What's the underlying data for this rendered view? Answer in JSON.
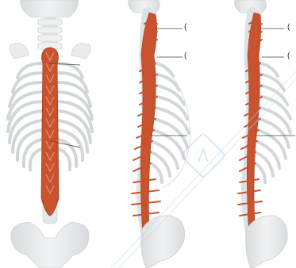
{
  "figure": {
    "panels": [
      {
        "id": "posterior-view"
      },
      {
        "id": "lateral-view-1"
      },
      {
        "id": "lateral-view-2"
      }
    ],
    "callout_labels": [
      {
        "panel": "lateral-view-1",
        "text": "("
      },
      {
        "panel": "lateral-view-1",
        "text": "("
      },
      {
        "panel": "lateral-view-2",
        "text": "("
      },
      {
        "panel": "lateral-view-2",
        "text": "("
      }
    ],
    "colors": {
      "bone": "#e6e8ea",
      "bone_outline": "#bfc4c8",
      "muscle": "#c9532f",
      "muscle_light": "#e07a4f",
      "watermark": "#bcd6ea",
      "leader_line": "#444444"
    },
    "watermark_icon": "logo-watermark-icon"
  }
}
